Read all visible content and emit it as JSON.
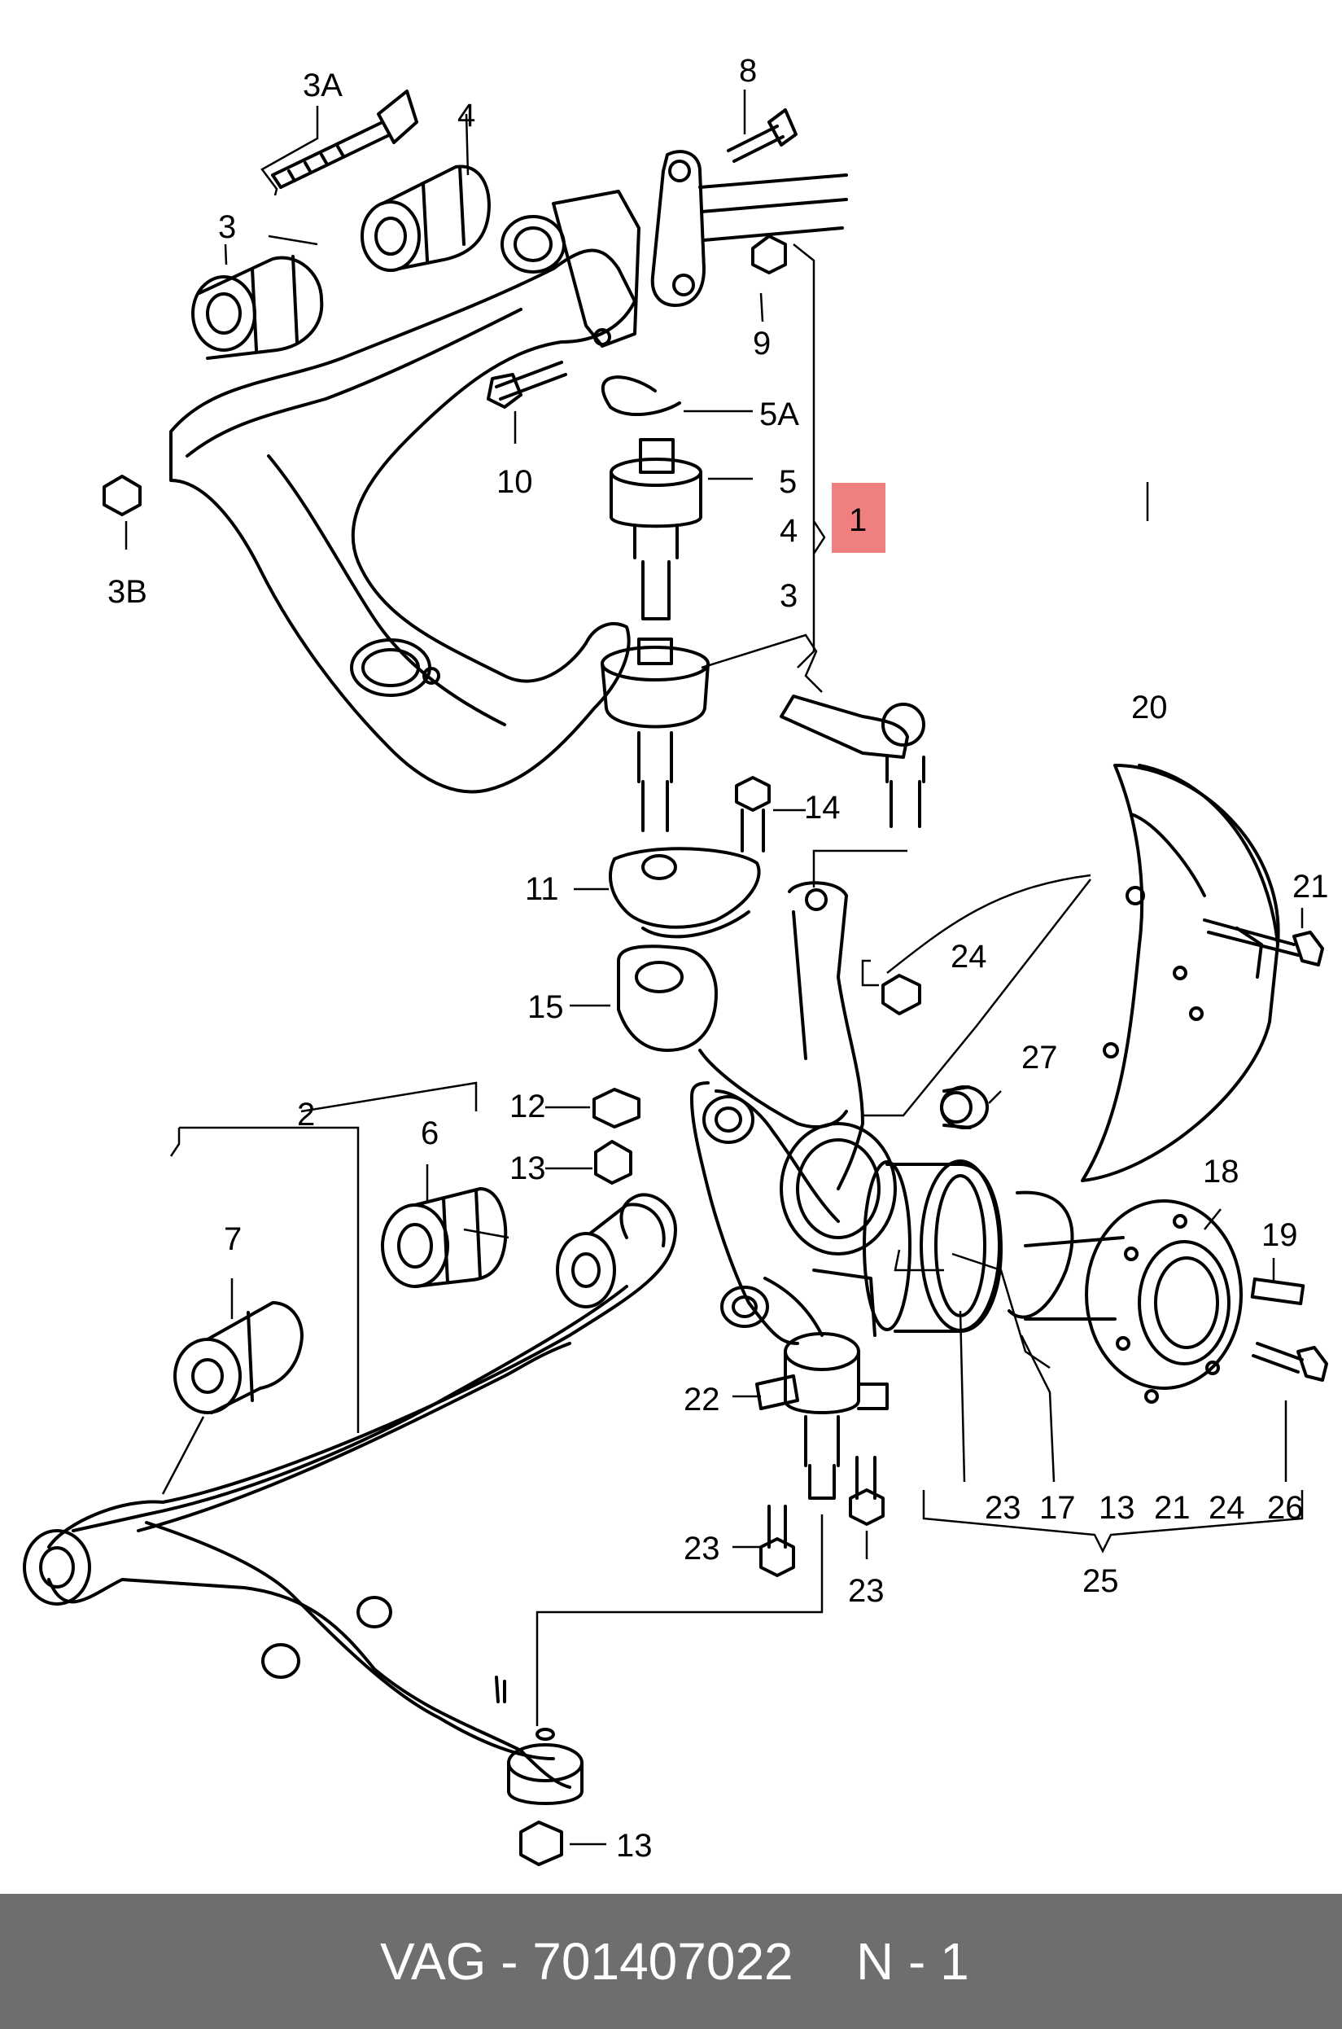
{
  "footer": {
    "part_text": "VAG - 701407022",
    "qty_text": "N - 1"
  },
  "highlight_color": "#f08080",
  "callouts": {
    "c3a": "3A",
    "c4_top": "4",
    "c8": "8",
    "c3_left": "3",
    "c9": "9",
    "c5a": "5A",
    "c5": "5",
    "c4_group": "4",
    "c1": "1",
    "c3_group": "3",
    "c10": "10",
    "c3b": "3B",
    "c20": "20",
    "c14": "14",
    "c21": "21",
    "c11": "11",
    "c24": "24",
    "c15": "15",
    "c27": "27",
    "c2": "2",
    "c12": "12",
    "c6": "6",
    "c13_mid": "13",
    "c18": "18",
    "c7": "7",
    "c19": "19",
    "c22": "22",
    "c23_a": "23",
    "c17": "17",
    "c13_b": "13",
    "c21_b": "21",
    "c24_b": "24",
    "c26": "26",
    "c23_left": "23",
    "c25": "25",
    "c23_right": "23",
    "c13_bottom": "13"
  }
}
